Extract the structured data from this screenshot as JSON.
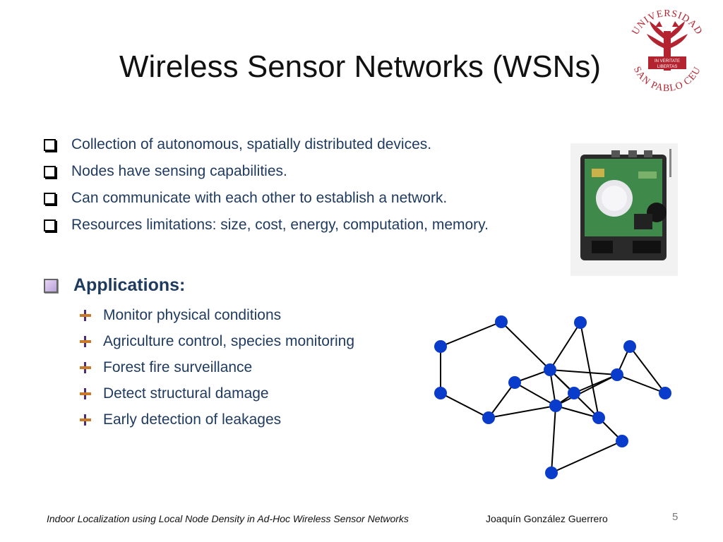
{
  "slide": {
    "title": "Wireless Sensor Networks (WSNs)",
    "bullets": [
      "Collection of autonomous, spatially distributed devices.",
      "Nodes have sensing capabilities.",
      "Can communicate with each other to establish a network.",
      "Resources limitations: size, cost, energy, computation, memory."
    ],
    "applications_label": "Applications:",
    "applications": [
      "Monitor physical conditions",
      "Agriculture control, species monitoring",
      "Forest fire surveillance",
      "Detect structural damage",
      "Early detection of leakages"
    ]
  },
  "logo": {
    "text_top": "UNIVERSIDAD",
    "text_bottom": "SAN PABLO CEU",
    "motto_1": "IN VERITATE",
    "motto_2": "LIBERTAS",
    "color": "#b32430"
  },
  "footer": {
    "presentation": "Indoor Localization using Local Node Density in Ad-Hoc Wireless Sensor Networks",
    "author": "Joaquín González Guerrero",
    "page_number": "5"
  },
  "colors": {
    "title": "#111111",
    "body_text": "#1f3a5f",
    "node": "#0a3ccc"
  }
}
